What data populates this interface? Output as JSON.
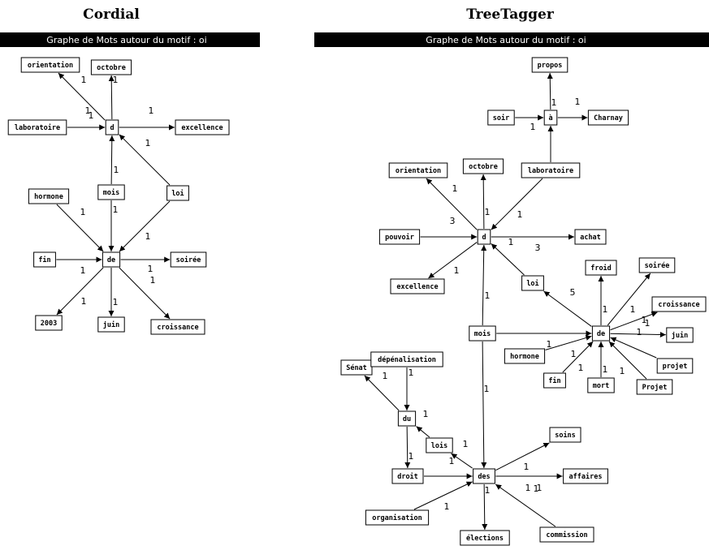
{
  "panels": [
    {
      "title": "Cordial",
      "header": "Graphe de Mots autour du motif : oi",
      "nodes": [
        {
          "id": "orientation",
          "label": "orientation"
        },
        {
          "id": "octobre",
          "label": "octobre"
        },
        {
          "id": "laboratoire",
          "label": "laboratoire"
        },
        {
          "id": "d",
          "label": "d"
        },
        {
          "id": "excellence",
          "label": "excellence"
        },
        {
          "id": "hormone",
          "label": "hormone"
        },
        {
          "id": "mois",
          "label": "mois"
        },
        {
          "id": "loi",
          "label": "loi"
        },
        {
          "id": "fin",
          "label": "fin"
        },
        {
          "id": "de",
          "label": "de"
        },
        {
          "id": "soiree",
          "label": "soirée"
        },
        {
          "id": "y2003",
          "label": "2003"
        },
        {
          "id": "juin",
          "label": "juin"
        },
        {
          "id": "croissance",
          "label": "croissance"
        }
      ],
      "edges": [
        {
          "from": "d",
          "to": "orientation",
          "weight": "1"
        },
        {
          "from": "d",
          "to": "octobre",
          "weight": "1"
        },
        {
          "from": "laboratoire",
          "to": "d",
          "weight": "1"
        },
        {
          "from": "d",
          "to": "excellence",
          "weight": "1"
        },
        {
          "from": "mois",
          "to": "d",
          "weight": "1"
        },
        {
          "from": "loi",
          "to": "d",
          "weight": "1"
        },
        {
          "from": "hormone",
          "to": "de",
          "weight": "1"
        },
        {
          "from": "mois",
          "to": "de",
          "weight": "1"
        },
        {
          "from": "loi",
          "to": "de",
          "weight": "1"
        },
        {
          "from": "fin",
          "to": "de",
          "weight": ""
        },
        {
          "from": "de",
          "to": "soiree",
          "weight": "1"
        },
        {
          "from": "de",
          "to": "y2003",
          "weight": "1"
        },
        {
          "from": "de",
          "to": "juin",
          "weight": "1"
        },
        {
          "from": "de",
          "to": "croissance",
          "weight": "1"
        }
      ],
      "extra_labels": [
        {
          "text": "1"
        },
        {
          "text": "1"
        }
      ]
    },
    {
      "title": "TreeTagger",
      "header": "Graphe de Mots autour du motif : oi",
      "nodes": [
        {
          "id": "propos",
          "label": "propos"
        },
        {
          "id": "soir",
          "label": "soir"
        },
        {
          "id": "a",
          "label": "à"
        },
        {
          "id": "charnay",
          "label": "Charnay"
        },
        {
          "id": "orientation",
          "label": "orientation"
        },
        {
          "id": "octobre",
          "label": "octobre"
        },
        {
          "id": "laboratoire",
          "label": "laboratoire"
        },
        {
          "id": "pouvoir",
          "label": "pouvoir"
        },
        {
          "id": "d",
          "label": "d"
        },
        {
          "id": "achat",
          "label": "achat"
        },
        {
          "id": "excellence",
          "label": "excellence"
        },
        {
          "id": "loi",
          "label": "loi"
        },
        {
          "id": "froid",
          "label": "froid"
        },
        {
          "id": "soiree",
          "label": "soirée"
        },
        {
          "id": "croissance",
          "label": "croissance"
        },
        {
          "id": "mois",
          "label": "mois"
        },
        {
          "id": "de",
          "label": "de"
        },
        {
          "id": "juin",
          "label": "juin"
        },
        {
          "id": "hormone",
          "label": "hormone"
        },
        {
          "id": "projet",
          "label": "projet"
        },
        {
          "id": "fin",
          "label": "fin"
        },
        {
          "id": "mort",
          "label": "mort"
        },
        {
          "id": "Projet",
          "label": "Projet"
        },
        {
          "id": "senat",
          "label": "Sénat"
        },
        {
          "id": "depenalisation",
          "label": "dépénalisation"
        },
        {
          "id": "du",
          "label": "du"
        },
        {
          "id": "lois",
          "label": "lois"
        },
        {
          "id": "soins",
          "label": "soins"
        },
        {
          "id": "droit",
          "label": "droit"
        },
        {
          "id": "des",
          "label": "des"
        },
        {
          "id": "affaires",
          "label": "affaires"
        },
        {
          "id": "organisation",
          "label": "organisation"
        },
        {
          "id": "commission",
          "label": "commission"
        },
        {
          "id": "elections",
          "label": "élections"
        }
      ],
      "edges": [
        {
          "from": "a",
          "to": "propos",
          "weight": "1"
        },
        {
          "from": "soir",
          "to": "a",
          "weight": "1"
        },
        {
          "from": "a",
          "to": "charnay",
          "weight": "1"
        },
        {
          "from": "laboratoire",
          "to": "a",
          "weight": "1"
        },
        {
          "from": "d",
          "to": "orientation",
          "weight": "1"
        },
        {
          "from": "d",
          "to": "octobre",
          "weight": "1"
        },
        {
          "from": "laboratoire",
          "to": "d",
          "weight": "1"
        },
        {
          "from": "pouvoir",
          "to": "d",
          "weight": "3"
        },
        {
          "from": "d",
          "to": "achat",
          "weight": "3"
        },
        {
          "from": "d",
          "to": "excellence",
          "weight": "1"
        },
        {
          "from": "loi",
          "to": "d",
          "weight": "1"
        },
        {
          "from": "mois",
          "to": "d",
          "weight": "1"
        },
        {
          "from": "de",
          "to": "loi",
          "weight": "5"
        },
        {
          "from": "de",
          "to": "froid",
          "weight": "1"
        },
        {
          "from": "de",
          "to": "soiree",
          "weight": "1"
        },
        {
          "from": "de",
          "to": "croissance",
          "weight": "1"
        },
        {
          "from": "de",
          "to": "juin",
          "weight": "1"
        },
        {
          "from": "mois",
          "to": "de",
          "weight": ""
        },
        {
          "from": "hormone",
          "to": "de",
          "weight": "1"
        },
        {
          "from": "fin",
          "to": "de",
          "weight": "1"
        },
        {
          "from": "mort",
          "to": "de",
          "weight": "1"
        },
        {
          "from": "Projet",
          "to": "de",
          "weight": "1"
        },
        {
          "from": "projet",
          "to": "de",
          "weight": "1"
        },
        {
          "from": "mois",
          "to": "des",
          "weight": "1"
        },
        {
          "from": "du",
          "to": "senat",
          "weight": "1"
        },
        {
          "from": "depenalisation",
          "to": "du",
          "weight": "1"
        },
        {
          "from": "lois",
          "to": "du",
          "weight": "1"
        },
        {
          "from": "du",
          "to": "droit",
          "weight": "1"
        },
        {
          "from": "des",
          "to": "lois",
          "weight": "1"
        },
        {
          "from": "droit",
          "to": "des",
          "weight": "1"
        },
        {
          "from": "des",
          "to": "soins",
          "weight": "1"
        },
        {
          "from": "des",
          "to": "affaires",
          "weight": "1"
        },
        {
          "from": "organisation",
          "to": "des",
          "weight": "1"
        },
        {
          "from": "commission",
          "to": "des",
          "weight": "1"
        },
        {
          "from": "des",
          "to": "elections",
          "weight": "1"
        }
      ],
      "extra_labels": [
        {
          "text": "1"
        },
        {
          "text": "1"
        }
      ]
    }
  ]
}
